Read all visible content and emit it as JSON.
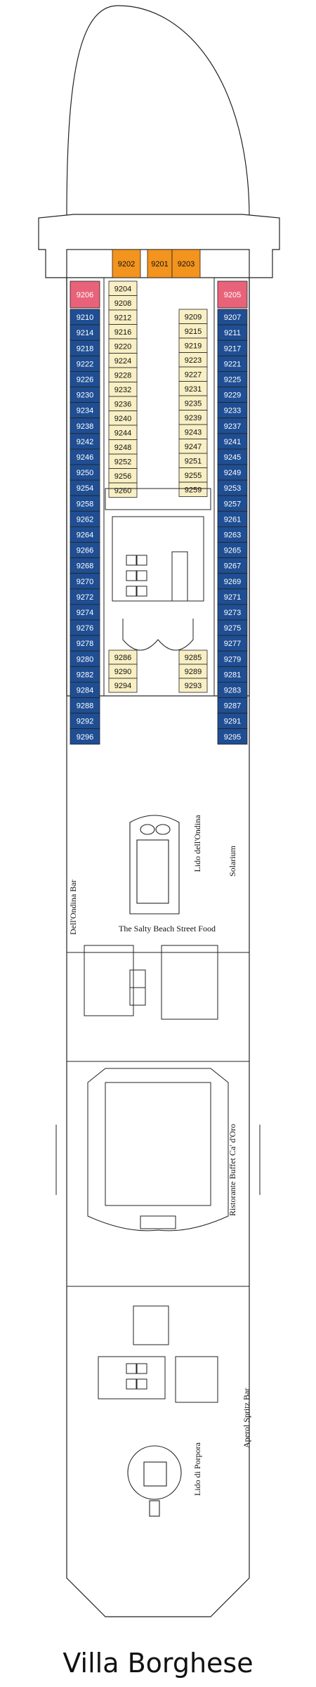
{
  "deck_name": "Villa Borghese",
  "colors": {
    "outside_cabin": "#1f4e93",
    "inside_cabin": "#f8efc4",
    "suite": "#e8637a",
    "balcony_suite": "#f2941d",
    "outline": "#222222"
  },
  "venues": {
    "bar_left": "Dell'Ondina Bar",
    "lido_center": "Lido dell'Ondina",
    "solarium": "Solarium",
    "street_food": "The Salty Beach Street Food",
    "buffet": "Ristorante Buffet Ca' d'Oro",
    "aperol_bar": "Aperol Spritz Bar",
    "lido_aft": "Lido di Porpora"
  },
  "cabins": {
    "forward_suites": [
      "9202",
      "9201",
      "9203"
    ],
    "corner_suites": [
      "9206",
      "9205"
    ],
    "port_outside": [
      "9210",
      "9214",
      "9218",
      "9222",
      "9226",
      "9230",
      "9234",
      "9238",
      "9242",
      "9246",
      "9250",
      "9254",
      "9258",
      "9262",
      "9264",
      "9266",
      "9268",
      "9270",
      "9272",
      "9274",
      "9276",
      "9278",
      "9280",
      "9282",
      "9284",
      "9288",
      "9292",
      "9296"
    ],
    "port_inside": [
      "9204",
      "9208",
      "9212",
      "9216",
      "9220",
      "9224",
      "9228",
      "9232",
      "9236",
      "9240",
      "9244",
      "9248",
      "9252",
      "9256",
      "9260"
    ],
    "stbd_inside": [
      "9209",
      "9215",
      "9219",
      "9223",
      "9227",
      "9231",
      "9235",
      "9239",
      "9243",
      "9247",
      "9251",
      "9255",
      "9259"
    ],
    "stbd_outside": [
      "9207",
      "9211",
      "9217",
      "9221",
      "9225",
      "9229",
      "9233",
      "9237",
      "9241",
      "9245",
      "9249",
      "9253",
      "9257",
      "9261",
      "9263",
      "9265",
      "9267",
      "9269",
      "9271",
      "9273",
      "9275",
      "9277",
      "9279",
      "9281",
      "9283",
      "9287",
      "9291",
      "9295"
    ],
    "aft_port_inside": [
      "9286",
      "9290",
      "9294"
    ],
    "aft_stbd_inside": [
      "9285",
      "9289",
      "9293"
    ]
  }
}
